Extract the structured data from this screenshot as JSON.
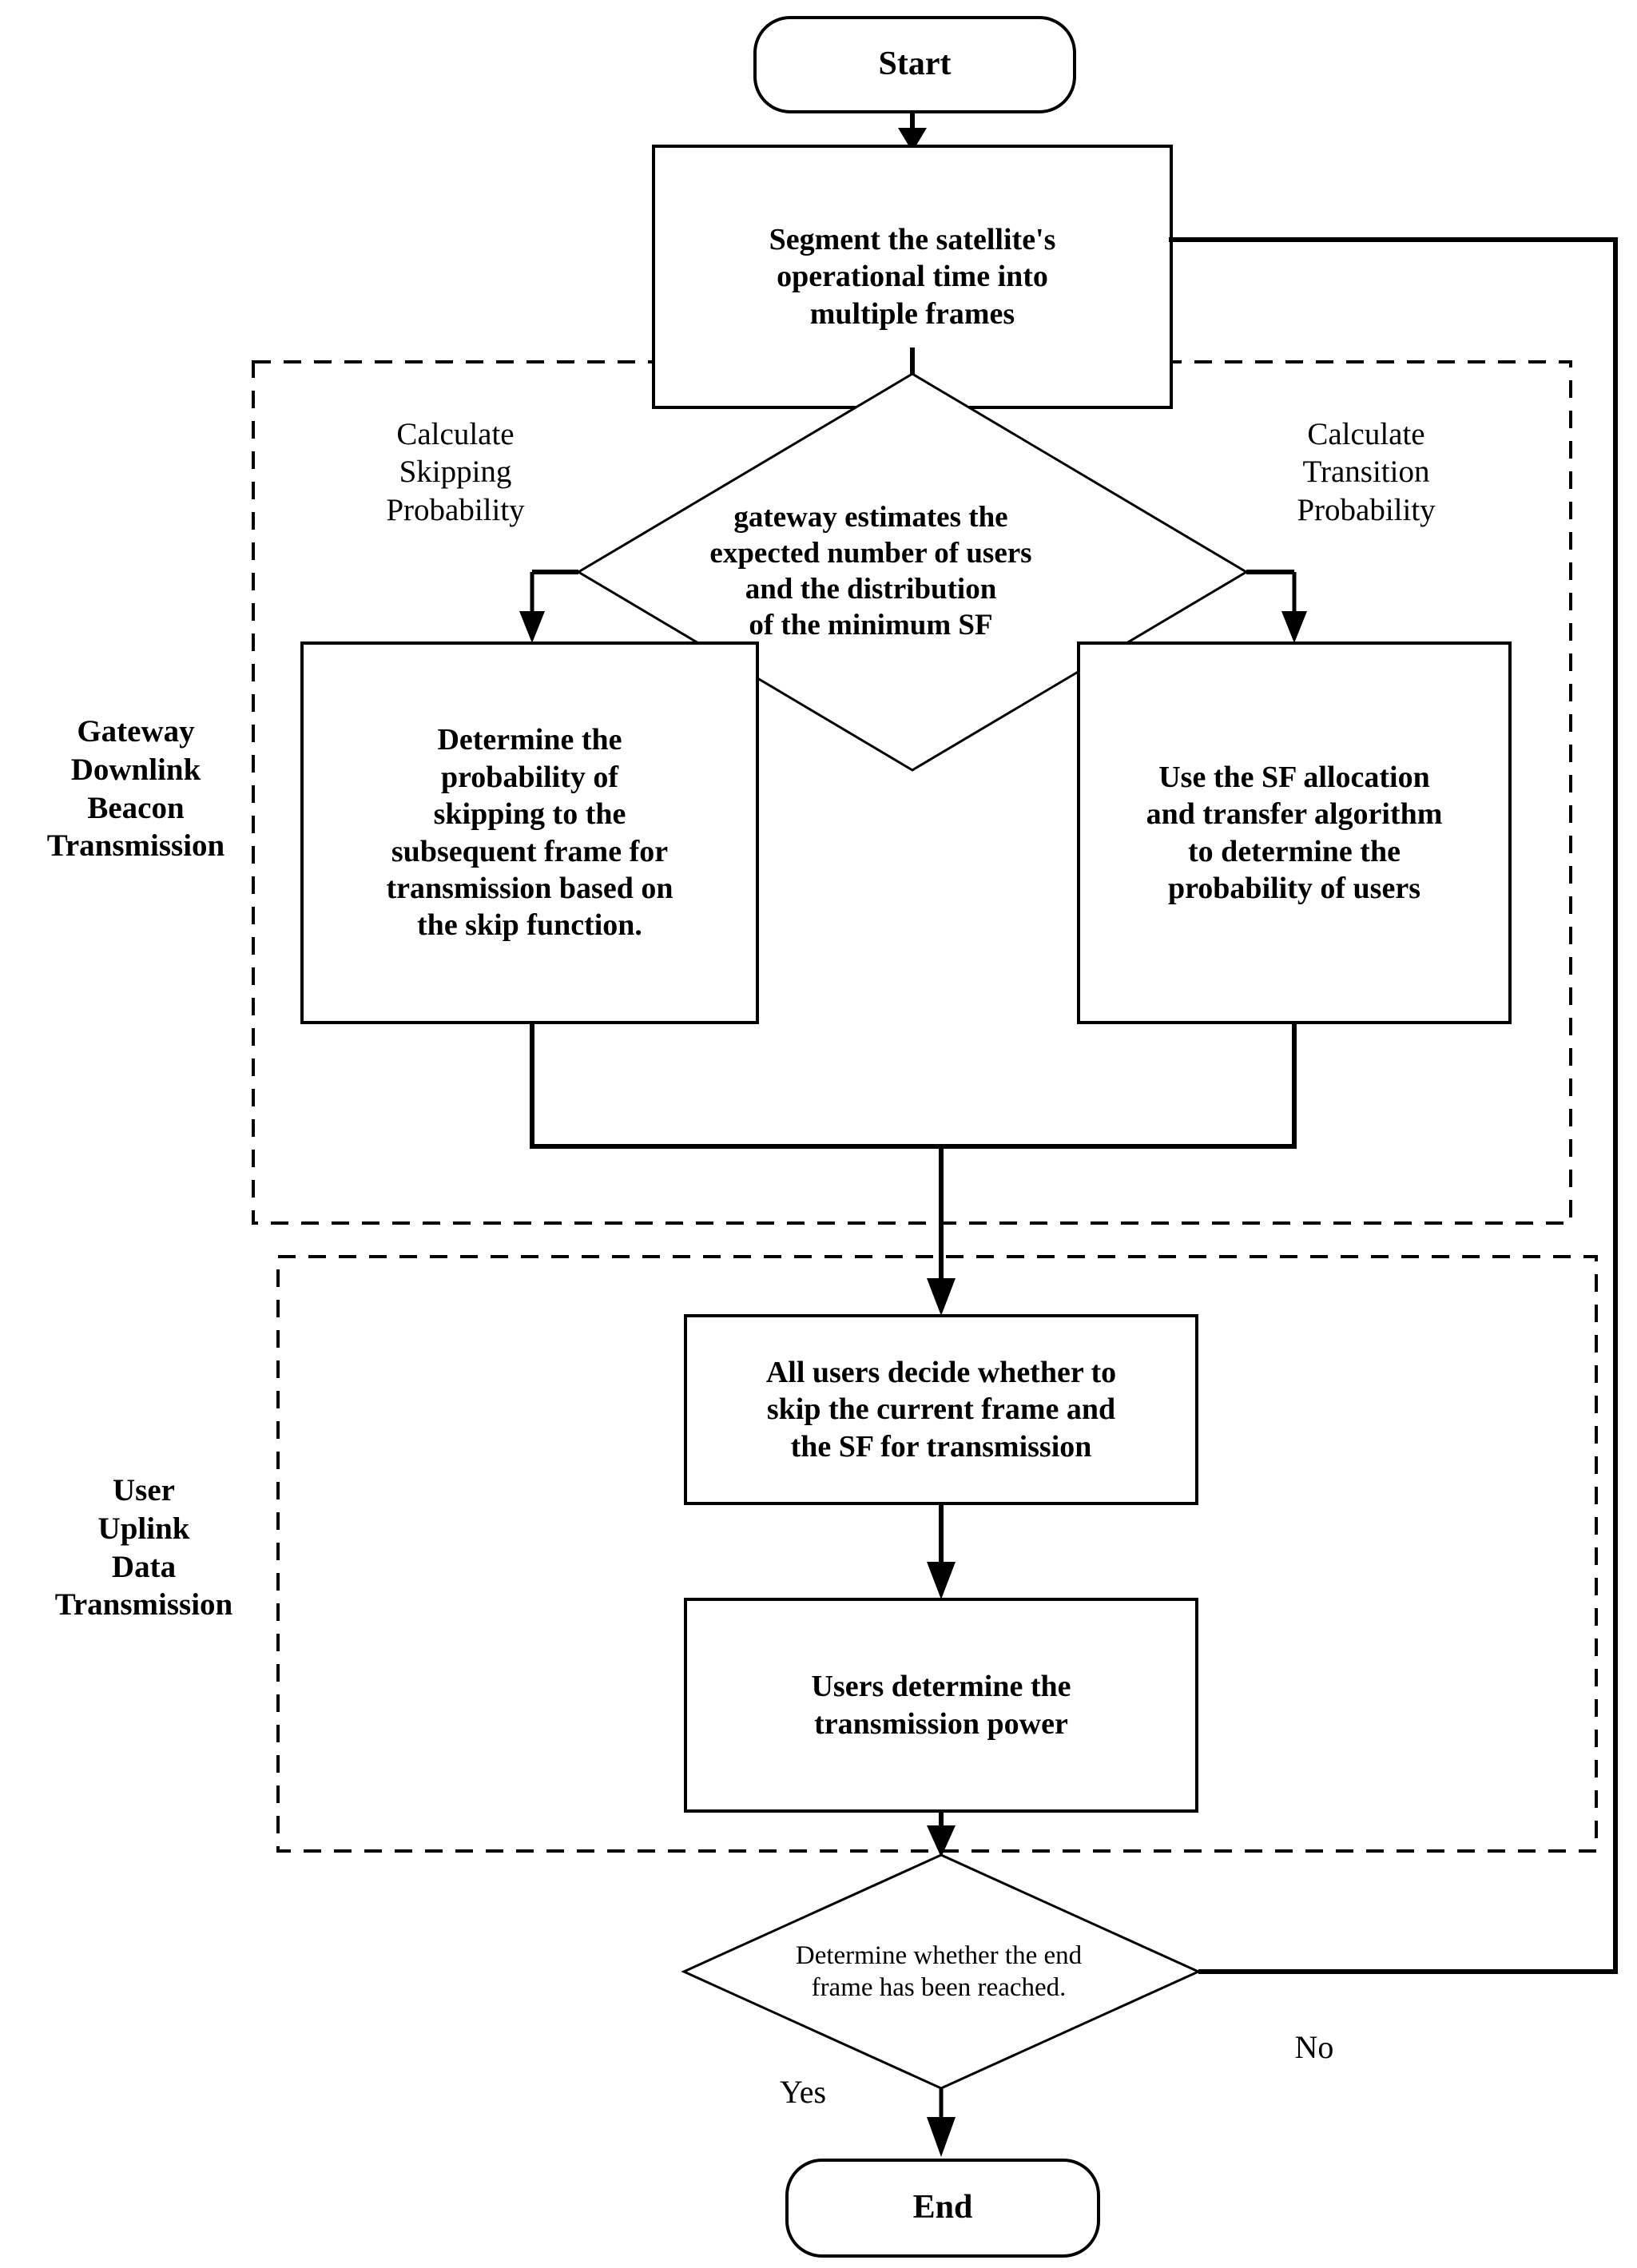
{
  "diagram": {
    "title": "Satellite LoRa Frame Skipping and SF Allocation Flowchart",
    "nodes": {
      "start": "Start",
      "segment_frames": "Segment the satellite's\noperational time into\nmultiple frames",
      "gateway_estimate": "gateway estimates the\nexpected number of users\nand the distribution\nof the minimum SF",
      "determine_skip_probability": "Determine the\nprobability of\nskipping to the\nsubsequent frame for\ntransmission based on\nthe skip function.",
      "sf_allocation": "Use the SF allocation\nand transfer algorithm\nto determine the\nprobability of users",
      "users_decide": "All users decide whether to\nskip the current frame and\nthe SF for transmission",
      "users_power": "Users determine the\ntransmission power",
      "end_frame_decision": "Determine whether the end\nframe has been reached.",
      "end": "End"
    },
    "branch_labels": {
      "skipping_probability": "Calculate\nSkipping\nProbability",
      "transition_probability": "Calculate\nTransition\nProbability",
      "yes": "Yes",
      "no": "No"
    },
    "sections": {
      "gateway": "Gateway\nDownlink\nBeacon\nTransmission",
      "user": "User\nUplink\nData\nTransmission"
    },
    "colors": {
      "stroke": "#000000",
      "fill": "#ffffff",
      "background": "#ffffff"
    }
  }
}
